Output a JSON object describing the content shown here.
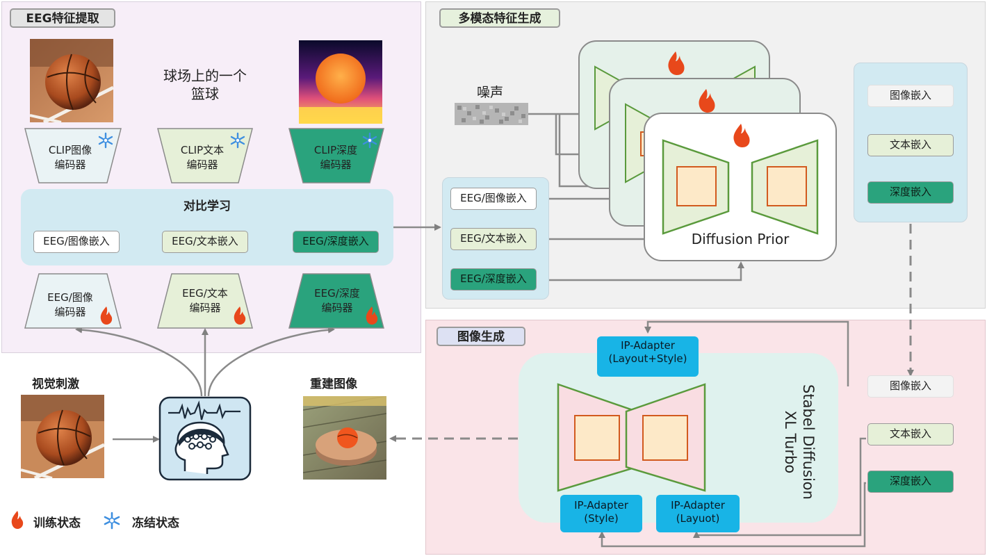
{
  "sections": {
    "eeg_feature": "EEG特征提取",
    "multimodal": "多模态特征生成",
    "image_gen": "图像生成"
  },
  "caption": [
    "球场上的一个",
    "篮球"
  ],
  "encoders": {
    "clip_image": [
      "CLIP图像",
      "编码器"
    ],
    "clip_text": [
      "CLIP文本",
      "编码器"
    ],
    "clip_depth": [
      "CLIP深度",
      "编码器"
    ],
    "eeg_image": [
      "EEG/图像",
      "编码器"
    ],
    "eeg_text": [
      "EEG/文本",
      "编码器"
    ],
    "eeg_depth": [
      "EEG/深度",
      "编码器"
    ]
  },
  "contrastive": {
    "title": "对比学习",
    "emb_image": "EEG/图像嵌入",
    "emb_text": "EEG/文本嵌入",
    "emb_depth": "EEG/深度嵌入"
  },
  "stimulus_label": "视觉刺激",
  "recon_label": "重建图像",
  "legend": {
    "train": "训练状态",
    "frozen": "冻结状态"
  },
  "prior": {
    "noise": "噪声",
    "name": "Diffusion Prior",
    "in_image": "EEG/图像嵌入",
    "in_text": "EEG/文本嵌入",
    "in_depth": "EEG/深度嵌入",
    "out_image": "图像嵌入",
    "out_text": "文本嵌入",
    "out_depth": "深度嵌入"
  },
  "sd": {
    "name": [
      "Stabel Diffusion",
      "XL Turbo"
    ],
    "ipa_top": [
      "IP-Adapter",
      "(Layout+Style)"
    ],
    "ipa_style": [
      "IP-Adapter",
      "(Style)"
    ],
    "ipa_layout": [
      "IP-Adapter",
      "(Layuot)"
    ],
    "emb_image": "图像嵌入",
    "emb_text": "文本嵌入",
    "emb_depth": "深度嵌入"
  },
  "colors": {
    "train_flame": "#e8481b",
    "frozen_flake": "#3e8fe0",
    "teal": "#2aa37d",
    "ip_adapter": "#18b4e6",
    "unet_fill": "#e6f0d8",
    "unet_stroke": "#5a9a3c"
  },
  "icons": [
    "flame-icon",
    "snowflake-icon",
    "brain-eeg-icon",
    "noise-icon"
  ]
}
